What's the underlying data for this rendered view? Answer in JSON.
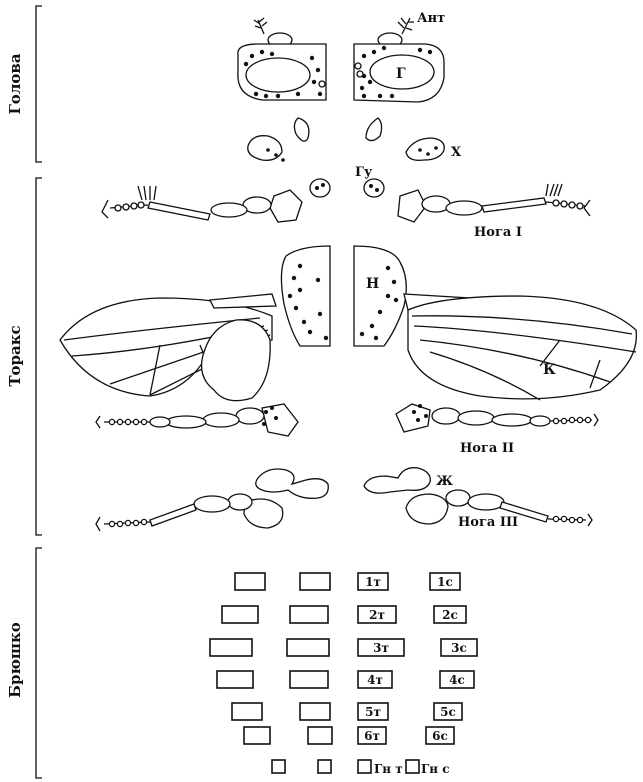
{
  "sections": {
    "head": "Голова",
    "thorax": "Торакс",
    "abdomen": "Брюшко"
  },
  "labels": {
    "antenna": "Ант",
    "eye": "Г",
    "proboscis": "Х",
    "humeral": "Гу",
    "leg1": "Нога I",
    "notum": "Н",
    "wing": "К",
    "leg2": "Нога II",
    "haltere": "Ж",
    "leg3": "Нога III"
  },
  "segments": [
    {
      "t": "1т",
      "c": "1с"
    },
    {
      "t": "2т",
      "c": "2с"
    },
    {
      "t": "3т",
      "c": "3с"
    },
    {
      "t": "4т",
      "c": "4с"
    },
    {
      "t": "5т",
      "c": "5с"
    },
    {
      "t": "6т",
      "c": "6с"
    }
  ],
  "genital": {
    "t": "Гн т",
    "c": "Гн с"
  }
}
